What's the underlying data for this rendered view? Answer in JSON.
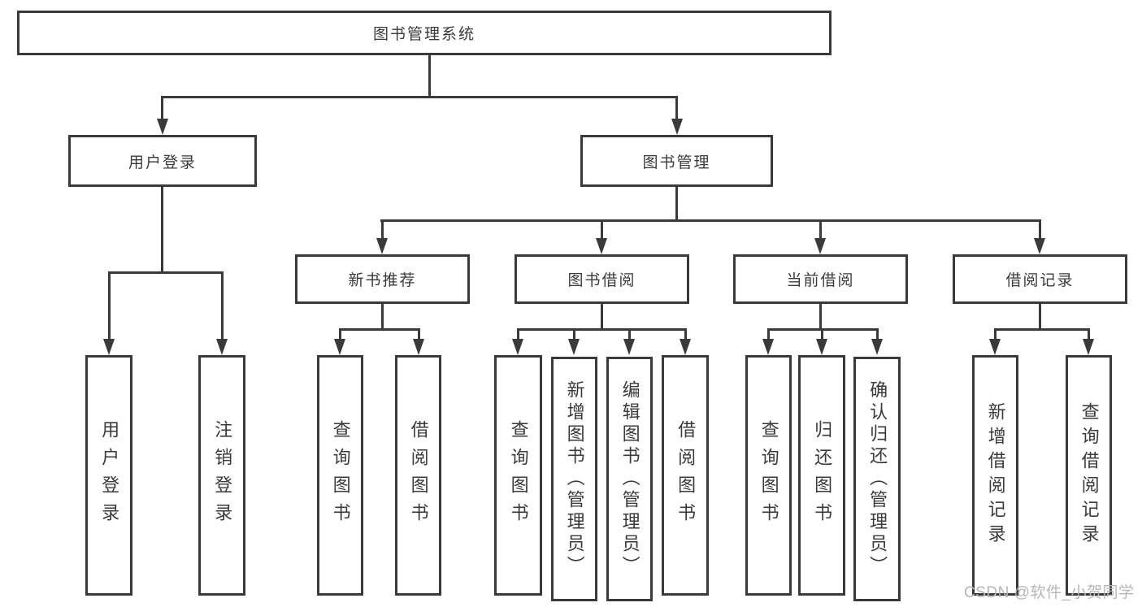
{
  "colors": {
    "line": "#3a3a3a",
    "text": "#3a3a3a",
    "watermark": "#b6b6b6",
    "background": "#ffffff"
  },
  "diagram": {
    "root_label": "图书管理系统",
    "level2": {
      "user_login": "用户登录",
      "book_management": "图书管理"
    },
    "level3": {
      "new_book_recommend": "新书推荐",
      "book_borrowing": "图书借阅",
      "current_borrowing": "当前借阅",
      "borrowing_records": "借阅记录"
    },
    "leaves": {
      "user_login_group": [
        "用户登录",
        "注销登录"
      ],
      "new_book_group": [
        "查询图书",
        "借阅图书"
      ],
      "book_borrowing_group": [
        "查询图书",
        "新增图书（管理员）",
        "编辑图书（管理员）",
        "借阅图书"
      ],
      "current_borrowing_group": [
        "查询图书",
        "归还图书",
        "确认归还（管理员）"
      ],
      "borrowing_records_group": [
        "新增借阅记录",
        "查询借阅记录"
      ]
    }
  },
  "watermark": {
    "text": "CSDN @软件_小贺同学"
  }
}
